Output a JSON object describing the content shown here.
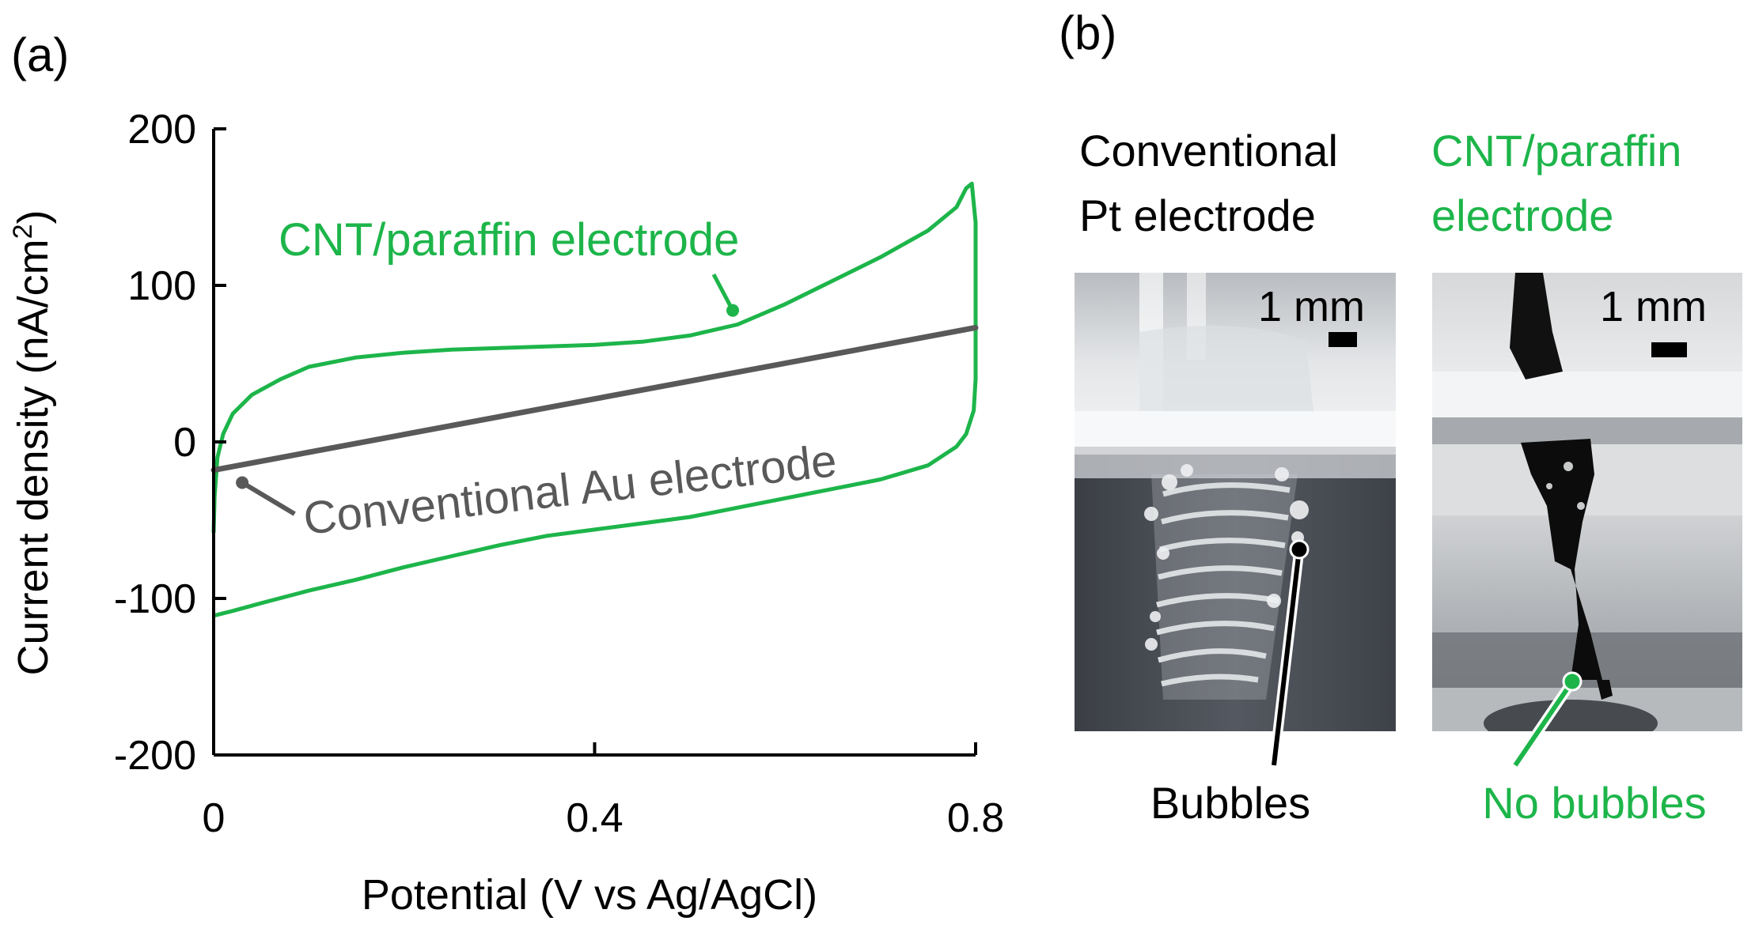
{
  "panels": {
    "a_label": "(a)",
    "b_label": "(b)"
  },
  "colors": {
    "cnt": "#1db54a",
    "au": "#595959",
    "axis": "#000000"
  },
  "chart_data": {
    "type": "line",
    "xlabel": "Potential (V vs Ag/AgCl)",
    "ylabel": "Current density (nA/cm",
    "ylabel_sup": "2",
    "ylabel_end": ")",
    "xlim": [
      0,
      0.8
    ],
    "ylim": [
      -200,
      200
    ],
    "x_ticks": [
      0,
      0.4,
      0.8
    ],
    "x_tick_labels": [
      "0",
      "0.4",
      "0.8"
    ],
    "y_ticks": [
      200,
      100,
      0,
      -100,
      -200
    ],
    "y_tick_labels": [
      "200",
      "100",
      "0",
      "-100",
      "-200"
    ],
    "grid": false,
    "series": [
      {
        "name": "CNT/paraffin electrode",
        "color": "#1db54a",
        "points": [
          [
            0.0,
            -58
          ],
          [
            0.001,
            -35
          ],
          [
            0.004,
            -10
          ],
          [
            0.01,
            5
          ],
          [
            0.02,
            18
          ],
          [
            0.04,
            30
          ],
          [
            0.07,
            40
          ],
          [
            0.1,
            48
          ],
          [
            0.15,
            54
          ],
          [
            0.2,
            57
          ],
          [
            0.25,
            59
          ],
          [
            0.3,
            60
          ],
          [
            0.35,
            61
          ],
          [
            0.4,
            62
          ],
          [
            0.45,
            64
          ],
          [
            0.5,
            68
          ],
          [
            0.55,
            75
          ],
          [
            0.6,
            88
          ],
          [
            0.65,
            103
          ],
          [
            0.7,
            118
          ],
          [
            0.75,
            135
          ],
          [
            0.78,
            150
          ],
          [
            0.79,
            162
          ],
          [
            0.796,
            165
          ],
          [
            0.8,
            140
          ],
          [
            0.8,
            100
          ],
          [
            0.8,
            60
          ],
          [
            0.8,
            40
          ],
          [
            0.798,
            20
          ],
          [
            0.79,
            5
          ],
          [
            0.78,
            -3
          ],
          [
            0.75,
            -15
          ],
          [
            0.7,
            -24
          ],
          [
            0.65,
            -30
          ],
          [
            0.6,
            -36
          ],
          [
            0.55,
            -42
          ],
          [
            0.5,
            -48
          ],
          [
            0.45,
            -52
          ],
          [
            0.4,
            -56
          ],
          [
            0.35,
            -60
          ],
          [
            0.3,
            -66
          ],
          [
            0.25,
            -73
          ],
          [
            0.2,
            -80
          ],
          [
            0.15,
            -88
          ],
          [
            0.1,
            -95
          ],
          [
            0.05,
            -103
          ],
          [
            0.02,
            -108
          ],
          [
            0.0,
            -111
          ]
        ]
      },
      {
        "name": "Conventional Au electrode",
        "color": "#595959",
        "points": [
          [
            0.0,
            -18
          ],
          [
            0.8,
            73
          ]
        ]
      }
    ],
    "annotations": [
      {
        "text": "CNT/paraffin electrode",
        "color": "#1db54a",
        "pointer_from": [
          0.525,
          107
        ],
        "pointer_to": [
          0.545,
          84
        ]
      },
      {
        "text": "Conventional Au electrode",
        "color": "#595959",
        "pointer_from": [
          0.085,
          -46
        ],
        "pointer_to": [
          0.03,
          -26
        ]
      }
    ]
  },
  "panel_b": {
    "left_title_line1": "Conventional",
    "left_title_line2": "Pt electrode",
    "right_title_line1": "CNT/paraffin",
    "right_title_line2": "electrode",
    "scale_left": "1 mm",
    "scale_right": "1 mm",
    "left_caption": "Bubbles",
    "right_caption": "No bubbles"
  }
}
